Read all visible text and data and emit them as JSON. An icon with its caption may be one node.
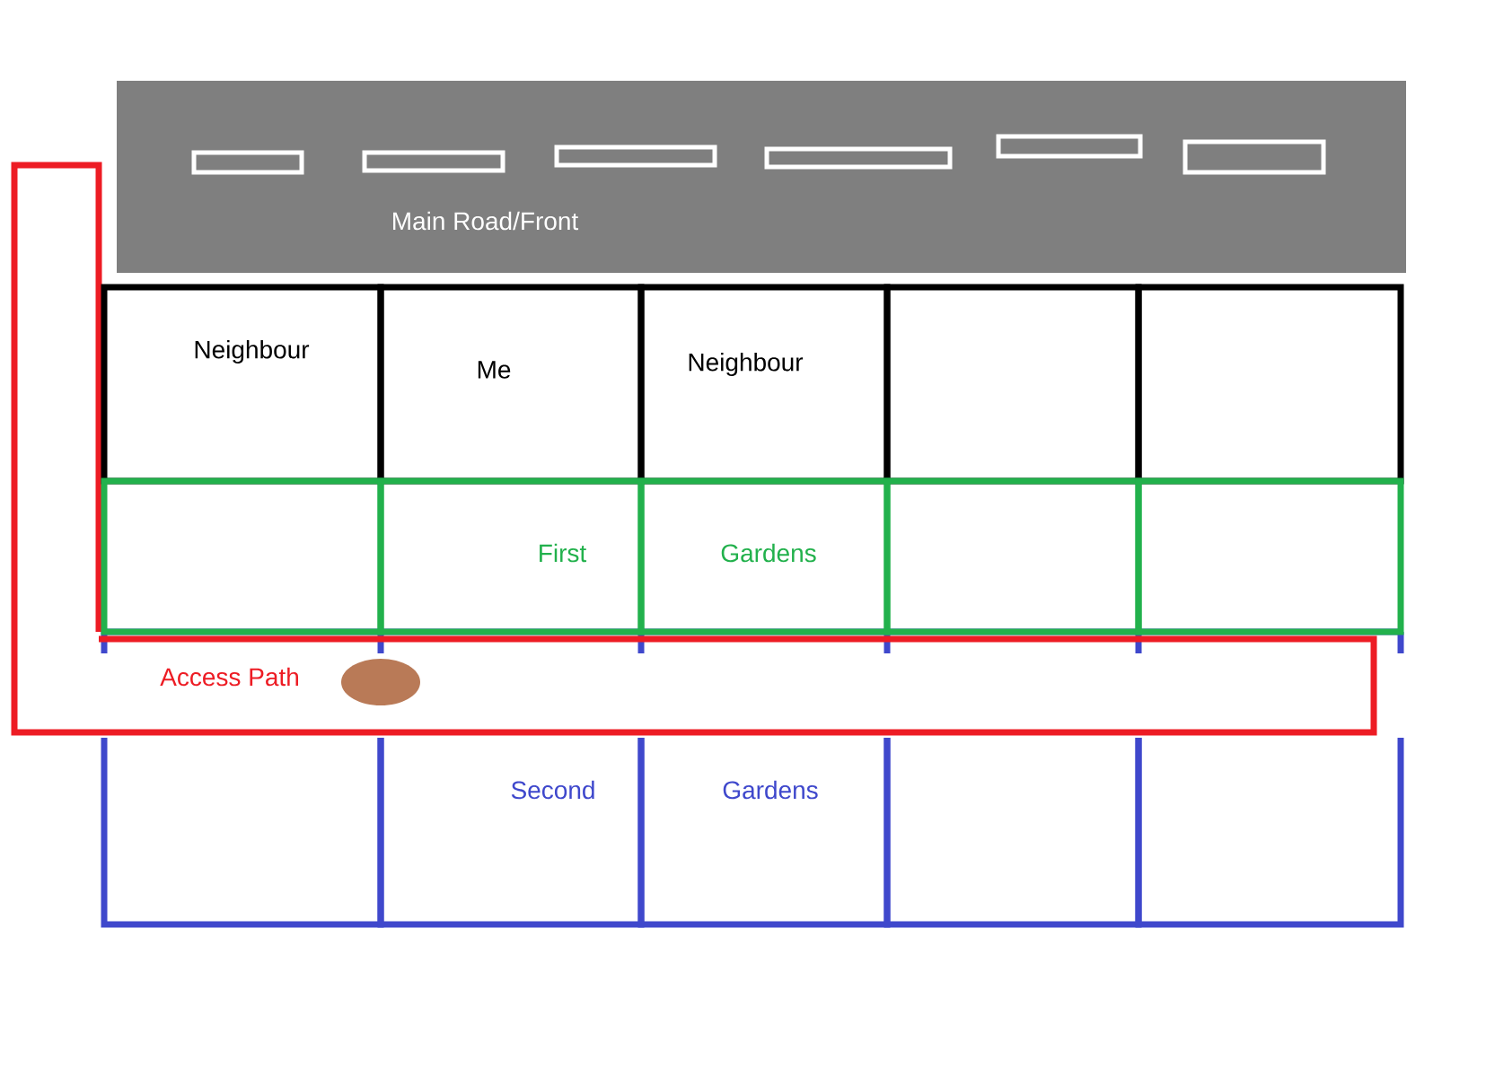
{
  "diagram": {
    "nodes": [
      {
        "text": [
          "Main Road/Front"
        ]
      },
      {
        "text": [
          "Neighbour"
        ]
      },
      {
        "text": [
          "Me"
        ]
      },
      {
        "text": [
          "Neighbour"
        ]
      },
      {
        "text": [],
        "shape": "box"
      },
      {
        "text": [],
        "shape": "box"
      },
      {
        "text": [],
        "shape": "box"
      },
      {
        "text": [
          "First"
        ]
      },
      {
        "text": [
          "Gardens"
        ]
      },
      {
        "text": [],
        "shape": "box"
      },
      {
        "text": [],
        "shape": "box"
      },
      {
        "text": [
          "Access Path"
        ]
      },
      {
        "text": [],
        "shape": "box"
      },
      {
        "text": [
          "Second"
        ]
      },
      {
        "text": [
          "Gardens"
        ]
      },
      {
        "text": [],
        "shape": "box"
      },
      {
        "text": [],
        "shape": "box"
      }
    ]
  }
}
